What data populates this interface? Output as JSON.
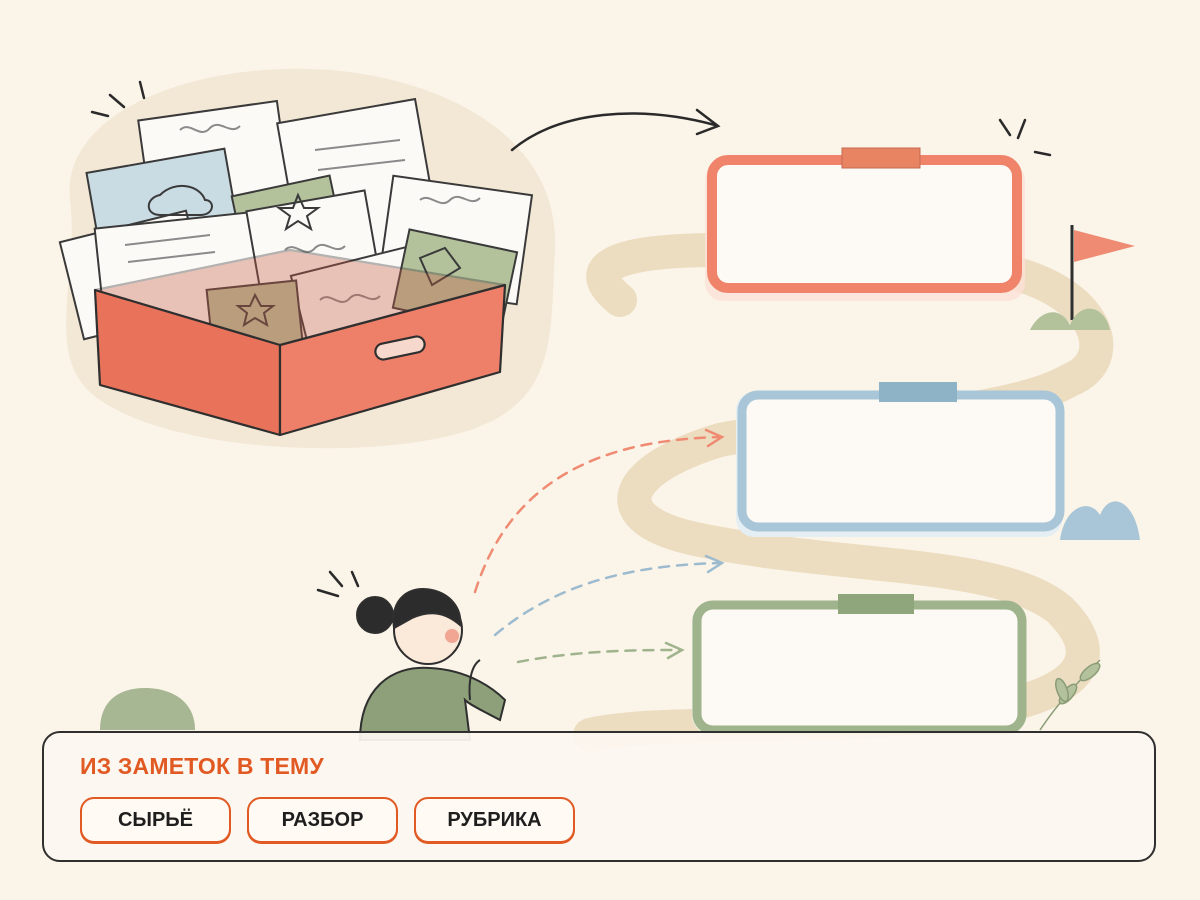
{
  "panel": {
    "title": "ИЗ ЗАМЕТОК В ТЕМУ",
    "chips": [
      "СЫРЬЁ",
      "РАЗБОР",
      "РУБРИКА"
    ]
  },
  "colors": {
    "background": "#fbf4e8",
    "accent": "#e15a23",
    "box": "#e8735a",
    "frame_top": "#f0846a",
    "frame_middle": "#a9c6d8",
    "frame_bottom": "#9fb38c",
    "path": "#ecdcc0",
    "character_shirt": "#8da07a"
  },
  "icons": [
    "notes-box-icon",
    "curved-arrow-icon",
    "empty-frame-icon",
    "dashed-arrow-icon",
    "thinking-person-icon",
    "flag-icon",
    "bush-icon"
  ]
}
